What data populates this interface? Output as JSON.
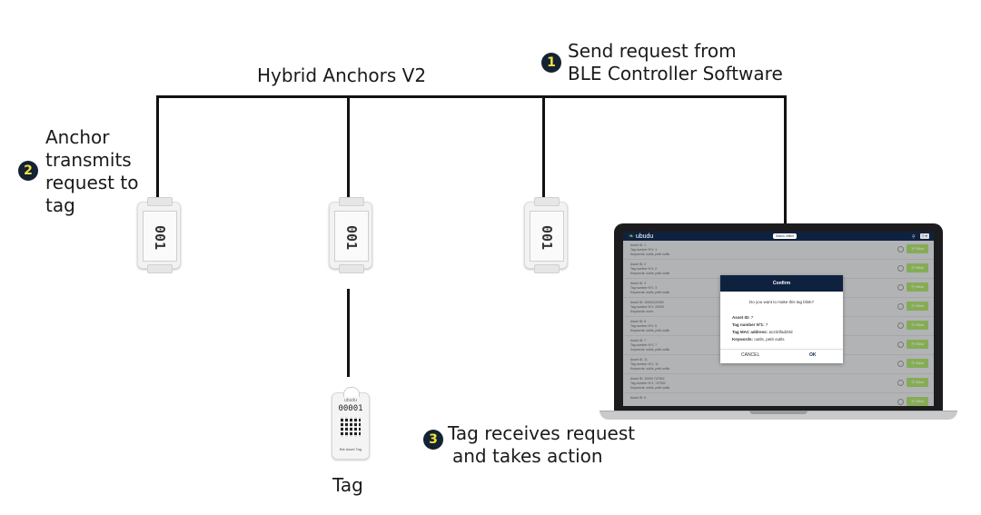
{
  "diagram": {
    "title": "Hybrid Anchors V2",
    "steps": [
      {
        "number": "1",
        "text_line1": "Send request from",
        "text_line2": "BLE Controller Software"
      },
      {
        "number": "2",
        "text_lines": [
          "Anchor",
          "transmits",
          "request to",
          "tag"
        ]
      },
      {
        "number": "3",
        "text_line1": "Tag receives request",
        "text_line2": "and takes action"
      }
    ],
    "anchors": [
      {
        "label": "001"
      },
      {
        "label": "001"
      },
      {
        "label": "001"
      }
    ],
    "tag": {
      "label": "Tag",
      "brand": "ubudu",
      "id": "00001",
      "footer": "Ble Asset Tag"
    },
    "colors": {
      "badge_bg": "#142233",
      "badge_digit": "#f2e33c",
      "app_header": "#0e2240",
      "blink_button": "#8cc63f"
    }
  },
  "app": {
    "logo": "ubudu",
    "status": "Status offline",
    "menu": "≡ ▾",
    "blink_label": "⦿ Blink",
    "rows": [
      {
        "l1": "Asset ID: 1",
        "l2": "Tag number Nº1: 1",
        "l3": "Keywords: outils, petit outils"
      },
      {
        "l1": "Asset ID: 2",
        "l2": "Tag number Nº1: 2",
        "l3": "Keywords: outils, petit outils"
      },
      {
        "l1": "Asset ID: 3",
        "l2": "Tag number Nº1: 3",
        "l3": "Keywords: outils, petit outils"
      },
      {
        "l1": "Asset ID: 10000120330",
        "l2": "Tag number Nº1: 20000",
        "l3": "Keywords: none"
      },
      {
        "l1": "Asset ID: 5",
        "l2": "Tag number Nº1: 5",
        "l3": "Keywords: outils, petit outils"
      },
      {
        "l1": "Asset ID: 7",
        "l2": "Tag number Nº1: 7",
        "l3": "Keywords: outils, petit outils"
      },
      {
        "l1": "Asset ID: 11",
        "l2": "Tag number Nº1: 11",
        "l3": "Keywords: outils, petit outils"
      },
      {
        "l1": "Asset ID: 10009 747502",
        "l2": "Tag number Nº1: 747502",
        "l3": "Keywords: outils, petit outils"
      },
      {
        "l1": "Asset ID: 9",
        "l2": "",
        "l3": ""
      }
    ],
    "dialog": {
      "title": "Confirm",
      "question": "Do you want to make this tag blink?",
      "asset_id_label": "Asset ID:",
      "asset_id_value": "7",
      "tag_number_label": "Tag number Nº1:",
      "tag_number_value": "7",
      "mac_label": "Tag MAC address:",
      "mac_value": "ac233fad20d",
      "keywords_label": "Keywords:",
      "keywords_value": "outils, petit outils",
      "cancel": "CANCEL",
      "ok": "OK"
    }
  }
}
